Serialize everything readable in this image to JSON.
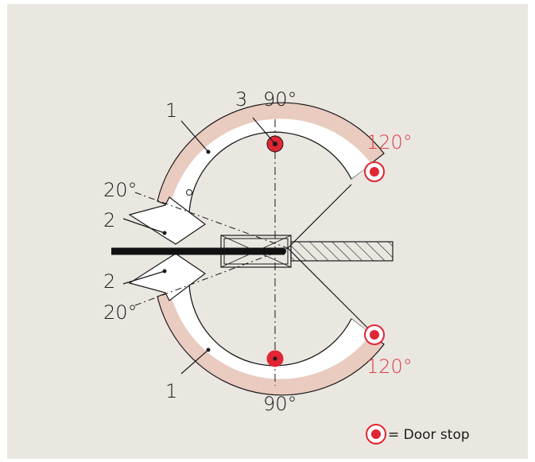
{
  "labels": {
    "rail_upper": "1",
    "rail_lower": "1",
    "pivot_upper": "2",
    "pivot_lower": "2",
    "stop_number": "3",
    "angle_top": "90°",
    "angle_bottom": "90°",
    "angle_upper_left": "20°",
    "angle_lower_left": "20°",
    "angle_upper_right": "120°",
    "angle_lower_right": "120°"
  },
  "legend": {
    "text": "= Door stop"
  },
  "colors": {
    "background": "#eae7e1",
    "rail_band": "#e9cbbf",
    "inner_band": "#ffffff",
    "stop_red": "#e02633",
    "angle_red": "#e23a46",
    "line": "#1a1a1a"
  }
}
